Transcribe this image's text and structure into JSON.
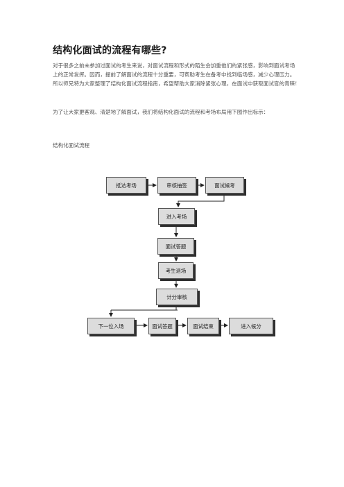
{
  "article": {
    "title": "结构化面试的流程有哪些?",
    "paragraph1": "对于很多之前未参加过面试的考生来说，对面试流程和形式的陌生会加重他们的紧张感，影响到面试考场上的正常发挥。因而，提前了解面试的流程十分重要，可帮助考生在备考中找到临场感，减少心理压力。所以师兄特为大家整理了结构化面试流程指南，希望帮助大家消除紧张心理，在面试中获取面试官的青睐!",
    "paragraph2": "为了让大家更客观、清楚地了解面试，我们将结构化面试的流程和考场布局用下图作出标示：",
    "caption": "结构化面试流程"
  },
  "flowchart": {
    "nodes": {
      "arrive": "抵达考场",
      "review": "审核抽签",
      "collect": "面试候考",
      "enter": "进入考场",
      "answer": "面试答题",
      "exit": "考生退场",
      "score": "计分审核",
      "next": "下一位入场",
      "answer2": "面试答题",
      "end": "面试结束",
      "final": "进入候分"
    }
  }
}
